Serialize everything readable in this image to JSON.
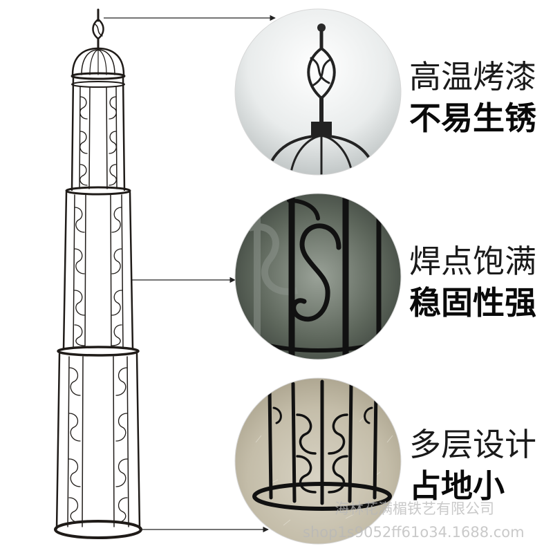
{
  "features": [
    {
      "line1": "高温烤漆",
      "line2": "不易生锈"
    },
    {
      "line1": "焊点饱满",
      "line2": "稳固性强"
    },
    {
      "line1": "多层设计",
      "line2": "占地小"
    }
  ],
  "watermark": {
    "line1": "海林花满楣铁艺有限公司",
    "line2": "shop1s9052ff61o34.1688.com"
  },
  "colors": {
    "iron": "#1f1b18",
    "arrow": "#222222",
    "text": "#111111"
  }
}
